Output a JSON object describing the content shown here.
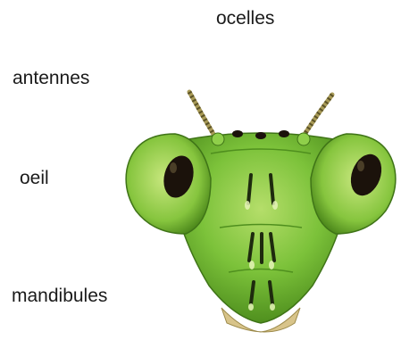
{
  "labels": {
    "ocelles": "ocelles",
    "antennes": "antennes",
    "oeil": "oeil",
    "mandibules": "mandibules"
  },
  "colors": {
    "head_green": "#7cc23a",
    "head_light": "#b5de6a",
    "head_dark": "#4f8f1e",
    "eye_black": "#1b120b",
    "mouth_tan": "#d8c48a",
    "antenna_tan": "#a89a57"
  }
}
